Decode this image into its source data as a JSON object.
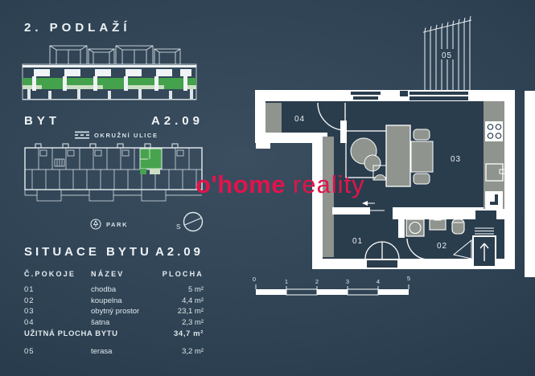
{
  "header": {
    "floor_title": "2. PODLAŽÍ"
  },
  "byt": {
    "label": "BYT",
    "unit": "A2.09",
    "street": "OKRUŽNÍ ULICE",
    "park": "PARK",
    "compass": "S"
  },
  "situace": {
    "title": "SITUACE BYTU",
    "unit": "A2.09",
    "table": {
      "headers": {
        "no": "Č.POKOJE",
        "name": "NÁZEV",
        "area": "PLOCHA"
      },
      "rows": [
        {
          "no": "01",
          "name": "chodba",
          "area": "5 m²"
        },
        {
          "no": "02",
          "name": "koupelna",
          "area": "4,4 m²"
        },
        {
          "no": "03",
          "name": "obytný prostor",
          "area": "23,1 m²"
        },
        {
          "no": "04",
          "name": "šatna",
          "area": "2,3 m²"
        }
      ],
      "total": {
        "label": "UŽITNÁ PLOCHA BYTU",
        "area": "34,7 m²"
      },
      "outdoor": [
        {
          "no": "05",
          "name": "terasa",
          "area": "3,2 m²"
        }
      ]
    }
  },
  "floorplan": {
    "rooms": [
      {
        "id": "01"
      },
      {
        "id": "02"
      },
      {
        "id": "03"
      },
      {
        "id": "04"
      },
      {
        "id": "05"
      }
    ],
    "scale_ticks": [
      "0",
      "1",
      "2",
      "3",
      "4",
      "5"
    ]
  },
  "watermark": {
    "bold": "o'home",
    "light": "reality"
  },
  "colors": {
    "background": "#2f4354",
    "wall_white": "#ffffff",
    "furniture_gray": "#8f948e",
    "highlight_green": "#48a34f",
    "light_green": "#cbdfc4",
    "watermark_red": "#e3134b"
  }
}
